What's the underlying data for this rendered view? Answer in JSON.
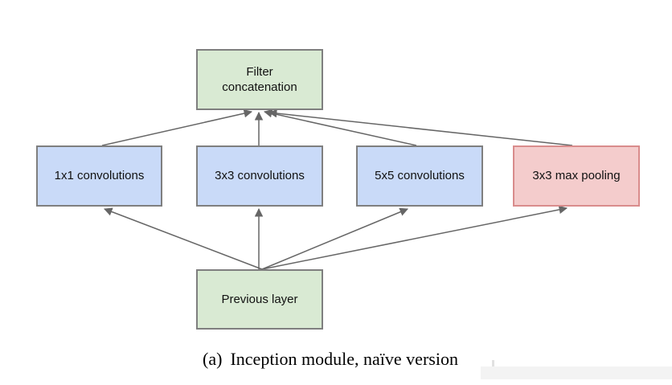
{
  "figure": {
    "caption": {
      "prefix": "(a)",
      "text": "Inception module, naïve version"
    },
    "arrow_color": "#666666",
    "nodes": [
      {
        "id": "filter-concatenation",
        "label": "Filter\nconcatenation",
        "fill": "#d9ead3",
        "border": "#7f7f7f"
      },
      {
        "id": "conv-1x1",
        "label": "1x1 convolutions",
        "fill": "#c9daf8",
        "border": "#7f7f7f"
      },
      {
        "id": "conv-3x3",
        "label": "3x3 convolutions",
        "fill": "#c9daf8",
        "border": "#7f7f7f"
      },
      {
        "id": "conv-5x5",
        "label": "5x5 convolutions",
        "fill": "#c9daf8",
        "border": "#7f7f7f"
      },
      {
        "id": "max-pooling-3x3",
        "label": "3x3 max pooling",
        "fill": "#f4cccc",
        "border": "#d98c8c"
      },
      {
        "id": "previous-layer",
        "label": "Previous layer",
        "fill": "#d9ead3",
        "border": "#7f7f7f"
      }
    ],
    "edges": [
      {
        "from": "previous-layer",
        "to": "conv-1x1"
      },
      {
        "from": "previous-layer",
        "to": "conv-3x3"
      },
      {
        "from": "previous-layer",
        "to": "conv-5x5"
      },
      {
        "from": "previous-layer",
        "to": "max-pooling-3x3"
      },
      {
        "from": "conv-1x1",
        "to": "filter-concatenation"
      },
      {
        "from": "conv-3x3",
        "to": "filter-concatenation"
      },
      {
        "from": "conv-5x5",
        "to": "filter-concatenation"
      },
      {
        "from": "max-pooling-3x3",
        "to": "filter-concatenation"
      }
    ]
  }
}
